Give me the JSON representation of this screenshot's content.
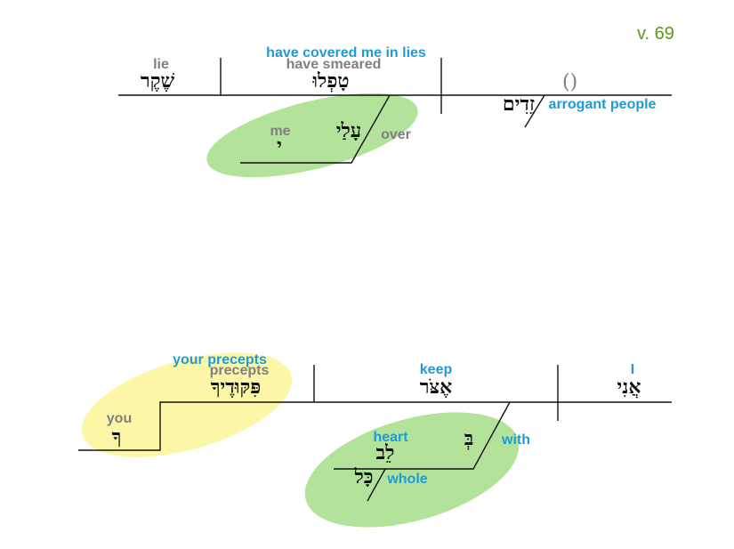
{
  "verse": "v. 69",
  "top": {
    "placeholder": "()",
    "subject": {
      "hebrew": "זֵדִים",
      "gloss": "arrogant people"
    },
    "verb": {
      "hebrew": "טָפְלוּ",
      "gloss": "have smeared",
      "translation": "have covered me in lies"
    },
    "object": {
      "hebrew": "שֶׁקֶר",
      "gloss": "lie"
    },
    "prep": {
      "hebrew": "עָלַי",
      "gloss": "over"
    },
    "prep_object": {
      "hebrew": "י",
      "gloss": "me"
    }
  },
  "bottom": {
    "subject": {
      "hebrew": "אֲנִי",
      "gloss": "I"
    },
    "verb": {
      "hebrew": "אֶצֹּר",
      "gloss": "keep"
    },
    "object": {
      "hebrew": "פִּקּוּדֶיךָ",
      "gloss": "precepts",
      "translation": "your precepts"
    },
    "possessor": {
      "hebrew": "ךָ",
      "gloss": "you"
    },
    "prep": {
      "hebrew": "בְּ",
      "gloss": "with"
    },
    "prep_object": {
      "hebrew": "לֵב",
      "gloss": "heart"
    },
    "modifier": {
      "hebrew": "כָּל",
      "gloss": "whole"
    }
  },
  "colors": {
    "gloss_blue": "#1e9ad6",
    "gloss_gray": "#808080",
    "highlight_green": "#b3e39a",
    "highlight_yellow": "#fbf7a6",
    "verse": "#5a9a1a"
  }
}
